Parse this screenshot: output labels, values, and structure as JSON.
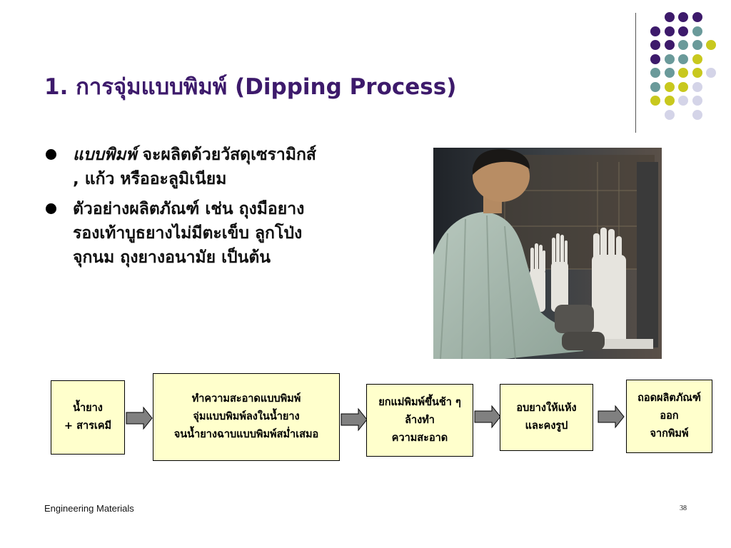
{
  "slide": {
    "title": "1. การจุ่มแบบพิมพ์ (Dipping Process)",
    "page_number": "38",
    "footer": "Engineering Materials"
  },
  "bullets": [
    {
      "emphasis": "แบบพิมพ์",
      "text": " จะผลิตด้วยวัสดุเซรามิกส์",
      "text2": ", แก้ว หรืออะลูมิเนียม"
    },
    {
      "line1": "ตัวอย่างผลิตภัณฑ์ เช่น ถุงมือยาง",
      "line2": "รองเท้าบูธยางไม่มีตะเข็บ ลูกโป่ง",
      "line3": "จุกนม ถุงยางอนามัย เป็นต้น"
    }
  ],
  "flow": [
    {
      "lines": [
        "น้ำยาง",
        "+ สารเคมี"
      ]
    },
    {
      "lines": [
        "ทำความสะอาดแบบพิมพ์",
        "จุ่มแบบพิมพ์ลงในน้ำยาง",
        "จนน้ำยางฉาบแบบพิมพ์สม่ำเสมอ"
      ]
    },
    {
      "lines": [
        "ยกแม่พิมพ์ขึ้นช้า ๆ",
        "ล้างทำ",
        "ความสะอาด"
      ]
    },
    {
      "lines": [
        "อบยางให้แห้ง",
        "และคงรูป"
      ]
    },
    {
      "lines": [
        "ถอดผลิตภัณฑ์",
        "ออก",
        "จากพิมพ์"
      ]
    }
  ],
  "colors": {
    "title": "#3d1a6b",
    "box_fill": "#ffffcc",
    "dot_purple": "#3d1a6b",
    "dot_teal": "#6a9a9a",
    "dot_yellow": "#c8c81e",
    "dot_lavender": "#d4d4e8",
    "arrow_fill": "#808080"
  }
}
